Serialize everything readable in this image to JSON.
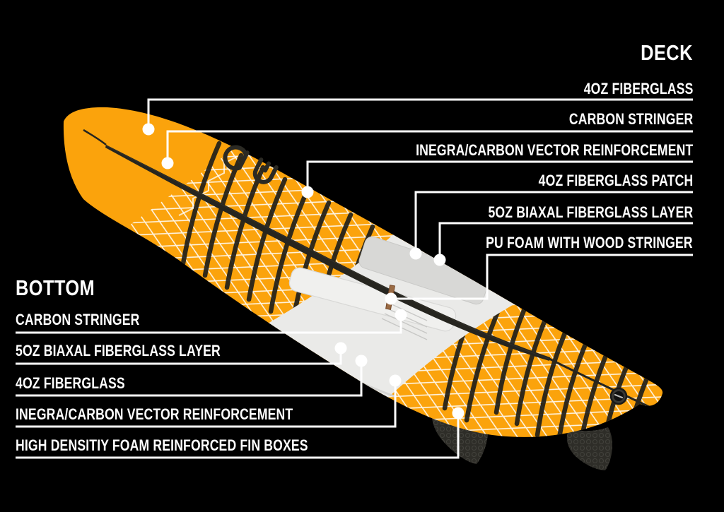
{
  "deck": {
    "title": "DECK",
    "labels": [
      "4OZ FIBERGLASS",
      "CARBON STRINGER",
      "INEGRA/CARBON VECTOR REINFORCEMENT",
      "4OZ FIBERGLASS PATCH",
      "5OZ BIAXAL FIBERGLASS LAYER",
      "PU FOAM WITH WOOD STRINGER"
    ]
  },
  "bottom": {
    "title": "BOTTOM",
    "labels": [
      "CARBON STRINGER",
      "5OZ BIAXAL FIBERGLASS LAYER",
      "4OZ FIBERGLASS",
      "INEGRA/CARBON VECTOR REINFORCEMENT",
      "HIGH DENSITIY FOAM REINFORCED FIN BOXES"
    ]
  },
  "board": {
    "brand_logo": "au-monogram",
    "colors": {
      "background": "#000000",
      "board_orange": "#FBA30C",
      "carbon_dark": "#26251F",
      "band_dark": "#1F1E1A",
      "foam_white": "#EAEAE8",
      "panel_gray": "#D8D8D6",
      "wood_brown": "#9A6B44",
      "callout_white": "#FFFFFF"
    }
  }
}
